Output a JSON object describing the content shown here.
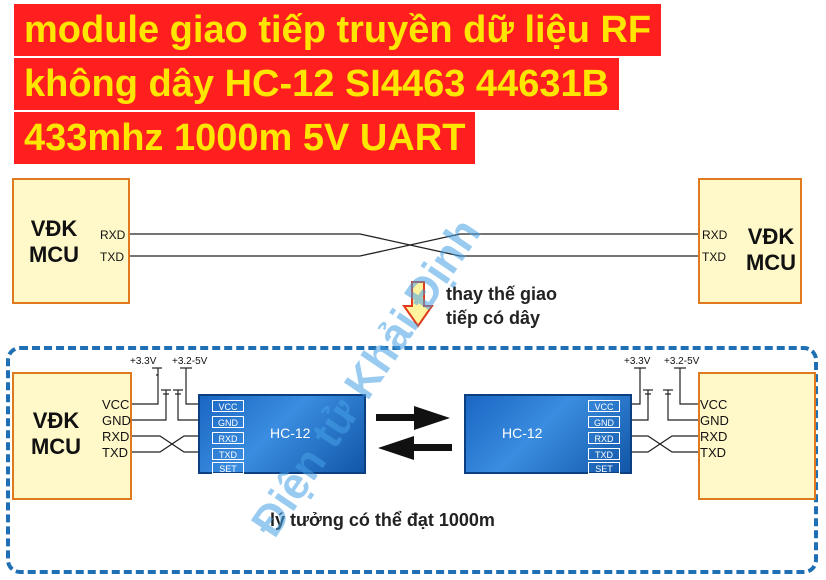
{
  "title_lines": [
    "module giao tiếp truyền dữ liệu RF",
    "không dây HC-12 SI4463 44631B",
    "433mhz 1000m 5V UART"
  ],
  "mcu_label": [
    "VĐK",
    "MCU"
  ],
  "top_pins": {
    "rxd": "RXD",
    "txd": "TXD"
  },
  "replace_note": [
    "thay thế giao",
    "tiếp có dây"
  ],
  "bottom_pins": {
    "vcc": "VCC",
    "gnd": "GND",
    "rxd": "RXD",
    "txd": "TXD"
  },
  "module_pins": [
    "VCC",
    "GND",
    "RXD",
    "TXD",
    "SET"
  ],
  "module_name": "HC-12",
  "voltage_labels": {
    "v33": "+3.3V",
    "v325": "+3.2-5V"
  },
  "range_note": "lý tưởng có thể đạt 1000m",
  "watermark": "Điện tử Khải Định",
  "colors": {
    "banner_bg": "#ff1f1f",
    "banner_text": "#ffe600",
    "module": "#1a66c2",
    "frame": "#1e6fb3",
    "box_border": "#e07a1e",
    "box_fill": "#fff8c8"
  }
}
